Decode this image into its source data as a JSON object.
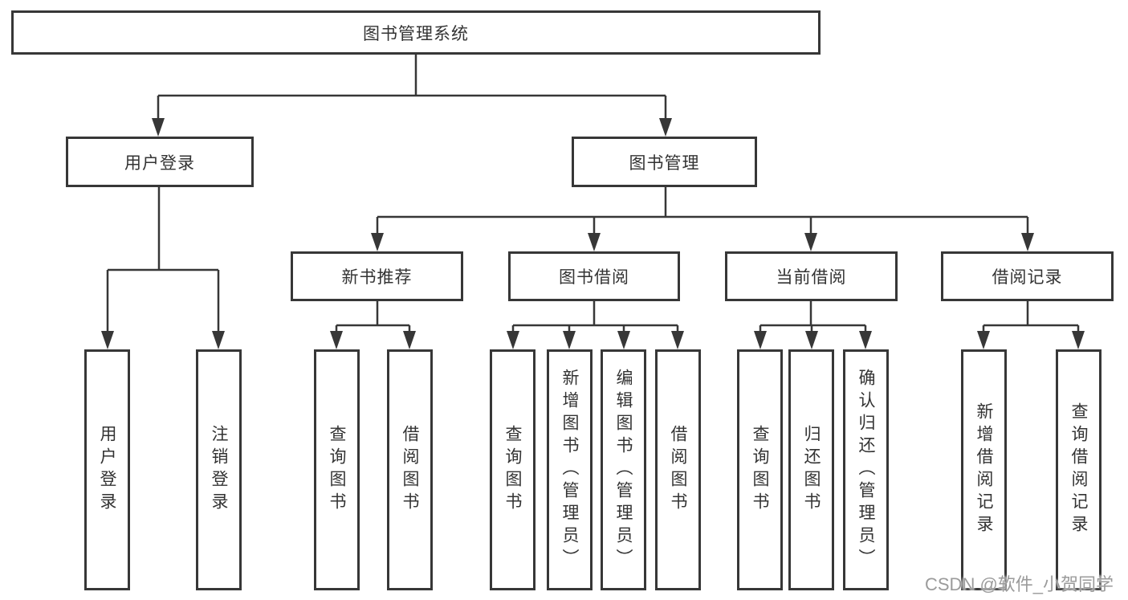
{
  "colors": {
    "line": "#373737",
    "box_border": "#373737",
    "text": "#333333",
    "watermark": "#9b9b9b",
    "background": "#ffffff"
  },
  "watermark": {
    "text": "CSDN @软件_小贺同学"
  },
  "tree": {
    "root": {
      "label": "图书管理系统"
    },
    "branches": [
      {
        "label": "用户登录",
        "children": [
          "用户登录",
          "注销登录"
        ]
      },
      {
        "label": "图书管理",
        "groups": [
          {
            "label": "新书推荐",
            "children": [
              "查询图书",
              "借阅图书"
            ]
          },
          {
            "label": "图书借阅",
            "children": [
              "查询图书",
              "新增图书（管理员）",
              "编辑图书（管理员）",
              "借阅图书"
            ]
          },
          {
            "label": "当前借阅",
            "children": [
              "查询图书",
              "归还图书",
              "确认归还（管理员）"
            ]
          },
          {
            "label": "借阅记录",
            "children": [
              "新增借阅记录",
              "查询借阅记录"
            ]
          }
        ]
      }
    ]
  }
}
